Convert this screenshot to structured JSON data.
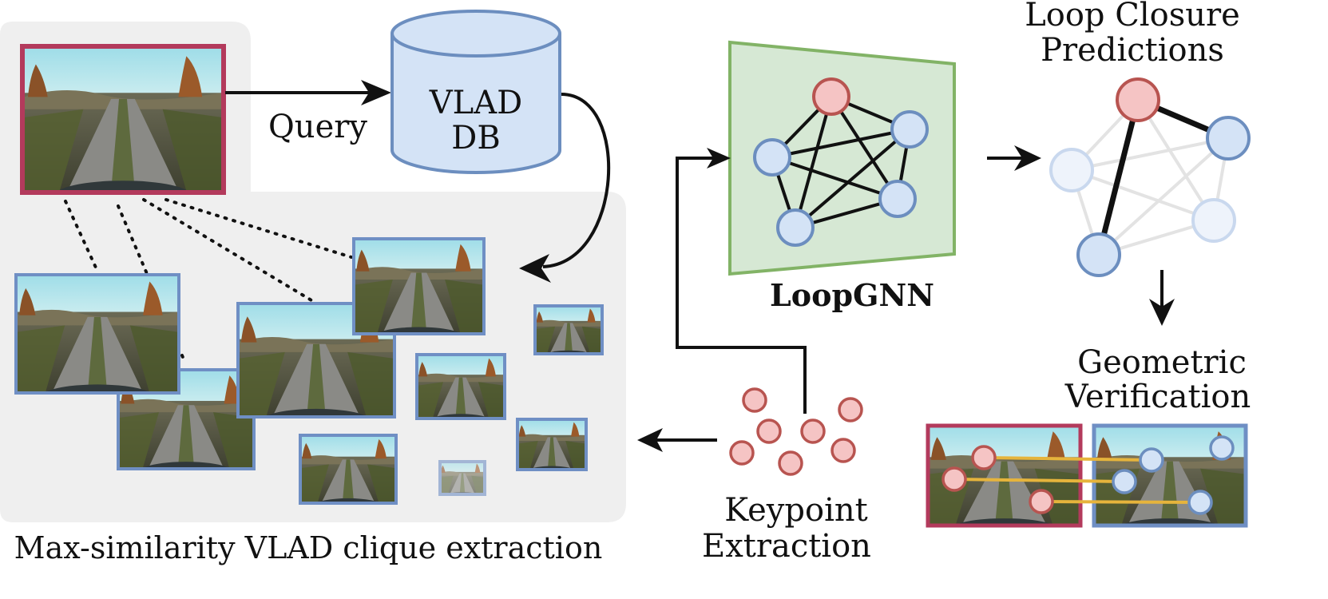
{
  "colors": {
    "panel_bg": "#efefef",
    "query_frame": "#b33a5c",
    "db_frame": "#6f8fc4",
    "db_fill": "#d4e3f6",
    "gnn_fill": "#d6e8d4",
    "gnn_stroke": "#82b366",
    "node_blue_fill": "#d4e3f6",
    "node_blue_stroke": "#6c8ebf",
    "node_red_fill": "#f5c4c4",
    "node_red_stroke": "#b85450",
    "match_line": "#e6b43c"
  },
  "labels": {
    "query": "Query",
    "vlad_db_line1": "VLAD",
    "vlad_db_line2": "DB",
    "loopgnn": "LoopGNN",
    "loop_closure_line1": "Loop Closure",
    "loop_closure_line2": "Predictions",
    "geometric_line1": "Geometric",
    "geometric_line2": "Verification",
    "keypoint_line1": "Keypoint",
    "keypoint_line2": "Extraction",
    "clique_caption": "Max-similarity VLAD clique extraction"
  },
  "icons": {
    "query_image": "road-scene-thumbnail",
    "database": "database-cylinder-icon",
    "graph": "graph-network-icon"
  }
}
